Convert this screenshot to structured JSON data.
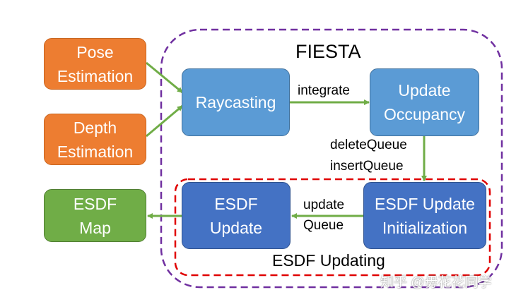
{
  "title": "FIESTA",
  "region_label": "ESDF Updating",
  "nodes": {
    "pose": [
      "Pose",
      "Estimation"
    ],
    "depth": [
      "Depth",
      "Estimation"
    ],
    "raycasting": [
      "Raycasting"
    ],
    "update_occupancy": [
      "Update",
      "Occupancy"
    ],
    "esdf_init": [
      "ESDF Update",
      "Initialization"
    ],
    "esdf_update": [
      "ESDF",
      "Update"
    ],
    "esdf_map": [
      "ESDF",
      "Map"
    ]
  },
  "edge_labels": {
    "integrate": "integrate",
    "queues": [
      "deleteQueue",
      "insertQueue"
    ],
    "update_queue": [
      "update",
      "Queue"
    ]
  },
  "watermark": "知乎 @毋花花同学",
  "colors": {
    "orange": "#ed7d31",
    "light_blue": "#5b9bd5",
    "dark_blue": "#4472c4",
    "green": "#70ad47",
    "arrow": "#70ad47",
    "outer_border": "#7030a0",
    "inner_border": "#e00000"
  }
}
